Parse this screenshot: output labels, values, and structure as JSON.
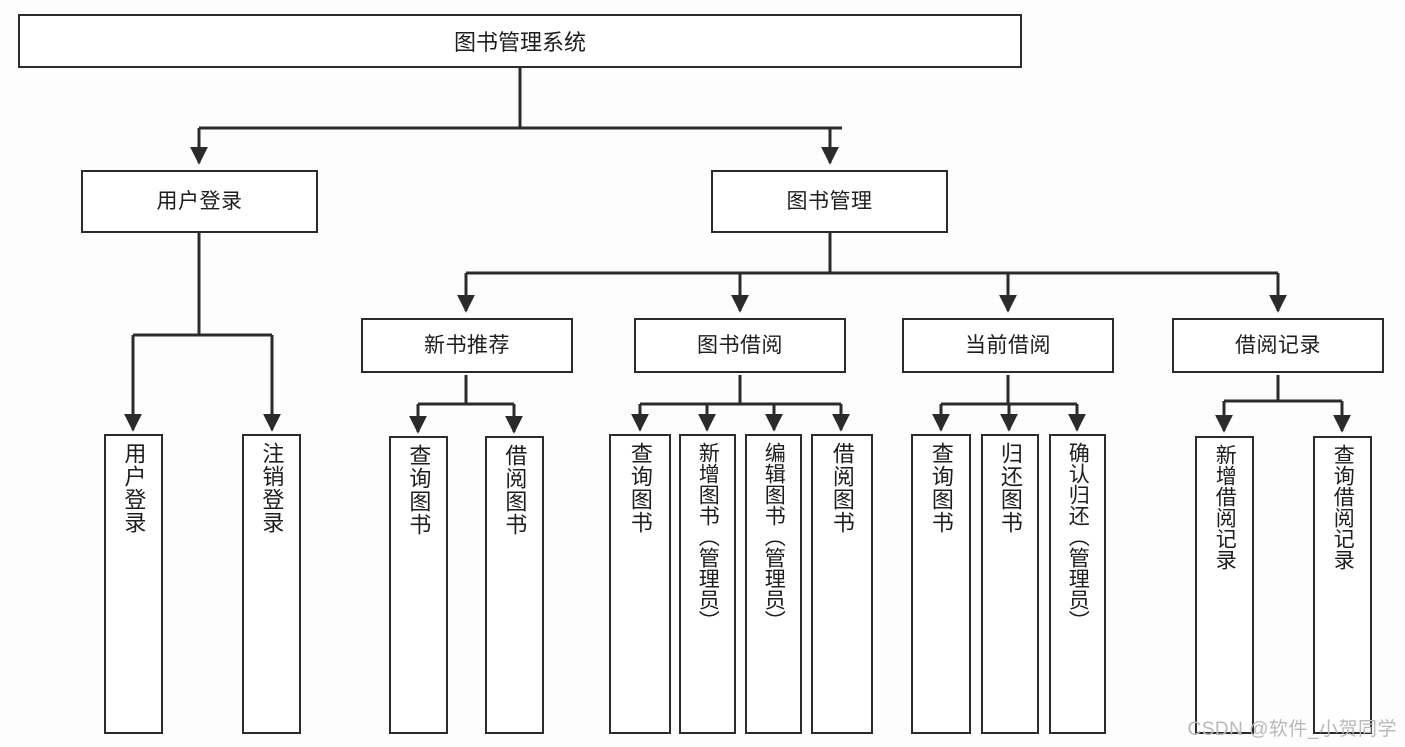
{
  "diagram": {
    "title": "图书管理系统",
    "watermark": "CSDN @软件_小贺同学",
    "line_color": "#2b2b2b",
    "box_fill": "#ffffff",
    "text_color": "#1d1d1d",
    "background": "#fdfdfd",
    "type": "tree",
    "root": {
      "label": "图书管理系统"
    },
    "level2": [
      {
        "label": "用户登录"
      },
      {
        "label": "图书管理"
      }
    ],
    "level3": [
      {
        "label": "新书推荐"
      },
      {
        "label": "图书借阅"
      },
      {
        "label": "当前借阅"
      },
      {
        "label": "借阅记录"
      }
    ],
    "leaves": {
      "user_login": [
        {
          "label": "用户登录"
        },
        {
          "label": "注销登录"
        }
      ],
      "new_book": [
        {
          "label": "查询图书"
        },
        {
          "label": "借阅图书"
        }
      ],
      "book_borrow": [
        {
          "label": "查询图书"
        },
        {
          "label": "新增图书（管理员）"
        },
        {
          "label": "编辑图书（管理员）"
        },
        {
          "label": "借阅图书"
        }
      ],
      "current_borrow": [
        {
          "label": "查询图书"
        },
        {
          "label": "归还图书"
        },
        {
          "label": "确认归还（管理员）"
        }
      ],
      "borrow_record": [
        {
          "label": "新增借阅记录"
        },
        {
          "label": "查询借阅记录"
        }
      ]
    }
  }
}
